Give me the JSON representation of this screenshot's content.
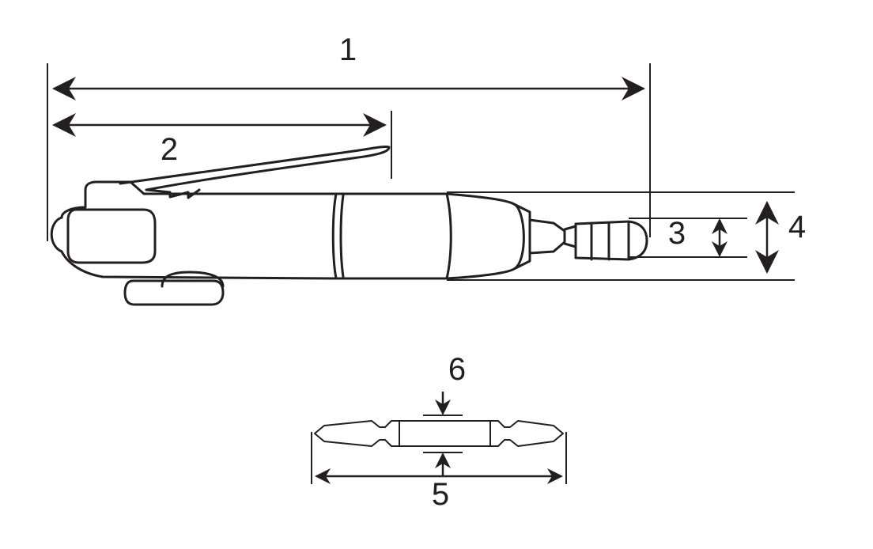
{
  "dimension_labels": {
    "overall_length": "1",
    "lever_length": "2",
    "chuck_diameter": "3",
    "body_diameter": "4",
    "bit_length": "5",
    "bit_diameter": "6"
  },
  "colors": {
    "line": "#231f20",
    "background": "#ffffff"
  }
}
